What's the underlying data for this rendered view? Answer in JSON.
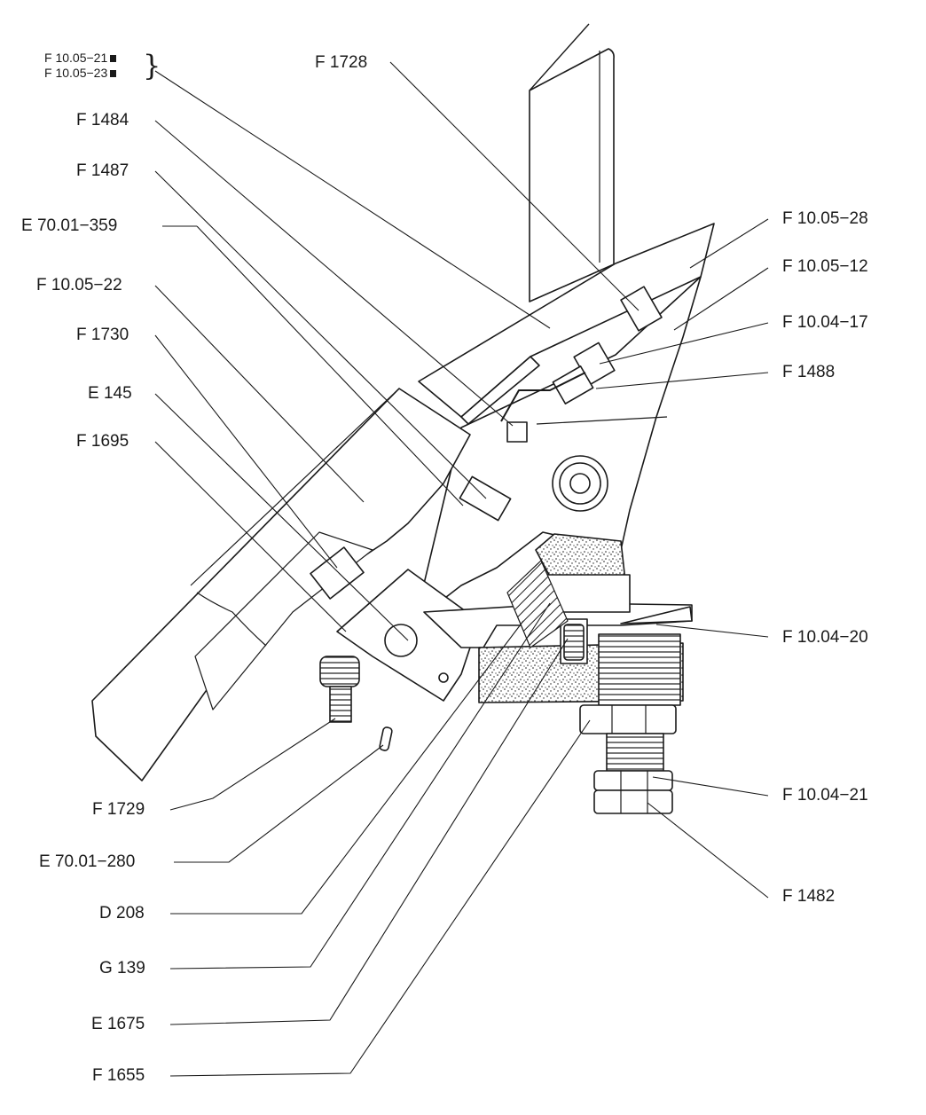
{
  "labels": {
    "f_10_05_21": "F 10.05−21",
    "f_10_05_23": "F 10.05−23",
    "f_1728": "F 1728",
    "f_1484": "F 1484",
    "f_1487": "F 1487",
    "e_70_01_359": "E 70.01−359",
    "f_10_05_22": "F 10.05−22",
    "f_1730": "F 1730",
    "e_145": "E 145",
    "f_1695": "F 1695",
    "f_1729": "F 1729",
    "e_70_01_280": "E 70.01−280",
    "d_208": "D 208",
    "g_139": "G 139",
    "e_1675": "E 1675",
    "f_1655": "F 1655",
    "f_10_05_28": "F 10.05−28",
    "f_10_05_12": "F 10.05−12",
    "f_10_04_17": "F 10.04−17",
    "f_1488": "F 1488",
    "f_10_04_20": "F 10.04−20",
    "f_10_04_21": "F 10.04−21",
    "f_1482": "F 1482"
  },
  "colors": {
    "ink": "#1a1a1a",
    "paper": "#ffffff",
    "shade": "#d9d9d9"
  }
}
